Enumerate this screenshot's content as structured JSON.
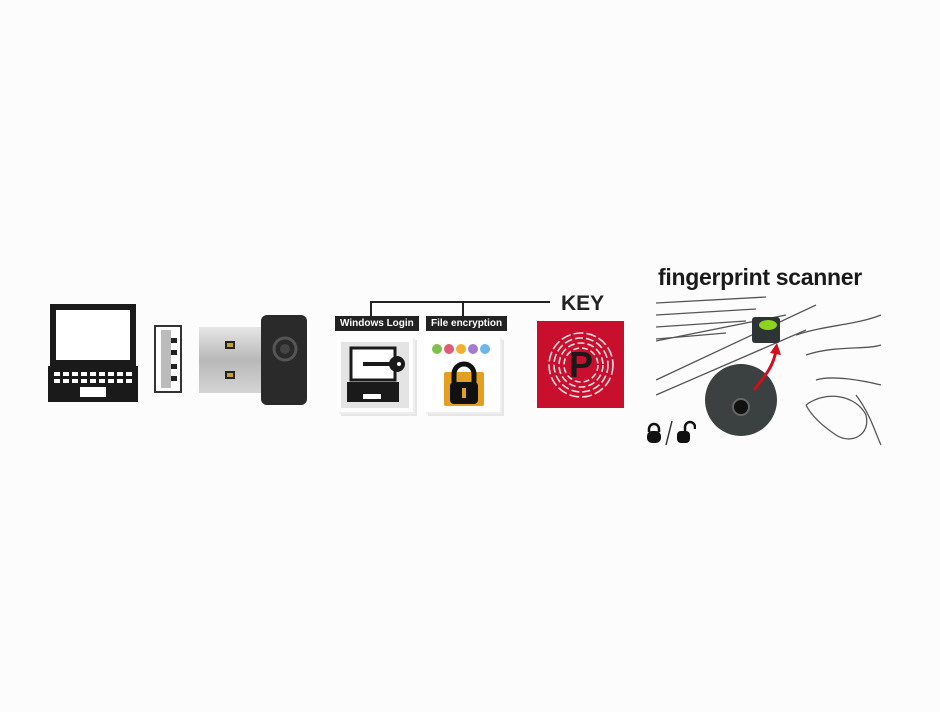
{
  "labels": {
    "windows_login": "Windows Login",
    "file_encryption": "File encryption",
    "key": "KEY",
    "fingerprint_scanner": "fingerprint scanner",
    "key_logo_letter": "P"
  },
  "colors": {
    "key_red": "#c8102e",
    "folder_orange": "#e3a020",
    "scanner_green": "#9be31e",
    "arrow_red": "#d0101c"
  }
}
